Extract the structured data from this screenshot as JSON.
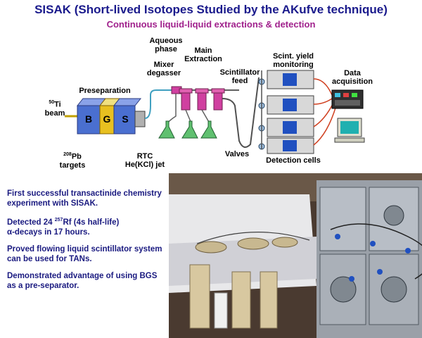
{
  "title": {
    "full": "SISAK (Short-lived Isotopes Studied by the AKufve technique)"
  },
  "subtitle": "Continuous liquid-liquid extractions & detection",
  "diagram": {
    "labels": {
      "aqueous_phase_1": "Aqueous",
      "aqueous_phase_2": "phase",
      "main_extraction_1": "Main",
      "main_extraction_2": "Extraction",
      "mixer_degasser_1": "Mixer",
      "mixer_degasser_2": "degasser",
      "scint_yield_1": "Scint. yield",
      "scint_yield_2": "monitoring",
      "data_acq_1": "Data",
      "data_acq_2": "acquisition",
      "scintillator_feed_1": "Scintillator",
      "scintillator_feed_2": "feed",
      "preseparation": "Preseparation",
      "ti_mass": "50",
      "ti_sym": "Ti",
      "beam": "beam",
      "pb_mass": "208",
      "pb_sym": "Pb",
      "targets": "targets",
      "rtc_1": "RTC",
      "rtc_2": "He(KCl) jet",
      "valves": "Valves",
      "detection_cells": "Detection cells",
      "bgs_b": "B",
      "bgs_g": "G",
      "bgs_s": "S"
    }
  },
  "bullets": {
    "b1": "First successful transactinide chemistry experiment with SISAK.",
    "b2_pre": "Detected 24 ",
    "b2_mass": "257",
    "b2_post": "Rf (4s half-life)",
    "b2_line2": "α-decays in 17 hours.",
    "b3": "Proved flowing liquid scintillator system can be used  for TANs.",
    "b4": "Demonstrated advantage of using BGS as a pre-separator."
  },
  "colors": {
    "title": "#1a1a8c",
    "subtitle": "#a0208c",
    "magnet_blue": "#4a6fd0",
    "magnet_yellow": "#e8c020",
    "extractor_magenta": "#d040a0",
    "flask_green": "#40b060"
  }
}
